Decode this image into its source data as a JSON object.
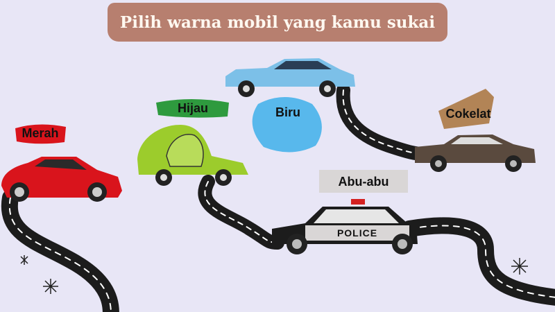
{
  "title": "Pilih warna mobil yang kamu sukai",
  "colors": {
    "background": "#e8e6f6",
    "title_bg": "#b77f6f",
    "road": "#1c1c1c",
    "red": "#d9141c",
    "green": "#9ccc2c",
    "blue": "#7cc0e8",
    "brown": "#5a4a3e",
    "gray": "#d9d6d6"
  },
  "options": [
    {
      "label": "Merah"
    },
    {
      "label": "Hijau"
    },
    {
      "label": "Biru"
    },
    {
      "label": "Cokelat"
    },
    {
      "label": "Abu-abu"
    }
  ],
  "police_text": "POLICE"
}
